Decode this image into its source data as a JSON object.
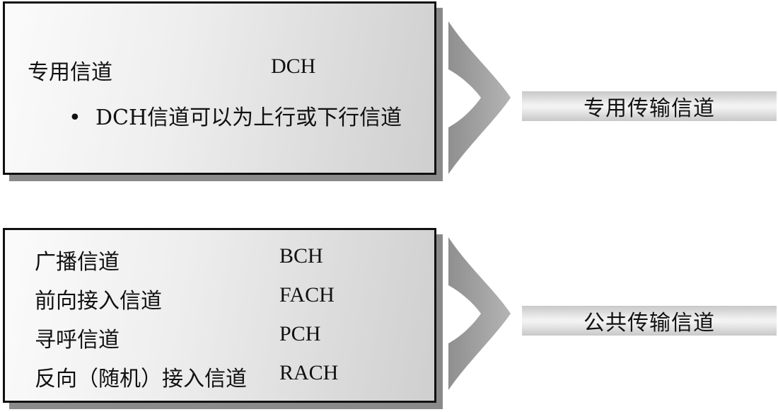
{
  "dedicated": {
    "name": "专用信道",
    "code": "DCH",
    "bullet": "DCH信道可以为上行或下行信道",
    "result": "专用传输信道"
  },
  "common": {
    "rows": [
      {
        "name": "广播信道",
        "code": "BCH"
      },
      {
        "name": "前向接入信道",
        "code": "FACH"
      },
      {
        "name": "寻呼信道",
        "code": "PCH"
      },
      {
        "name": "反向（随机）接入信道",
        "code": "RACH"
      }
    ],
    "result": "公共传输信道"
  },
  "colors": {
    "border": "#111111",
    "shadow": "#8a8a8a",
    "arrow": "#9e9e9e"
  }
}
